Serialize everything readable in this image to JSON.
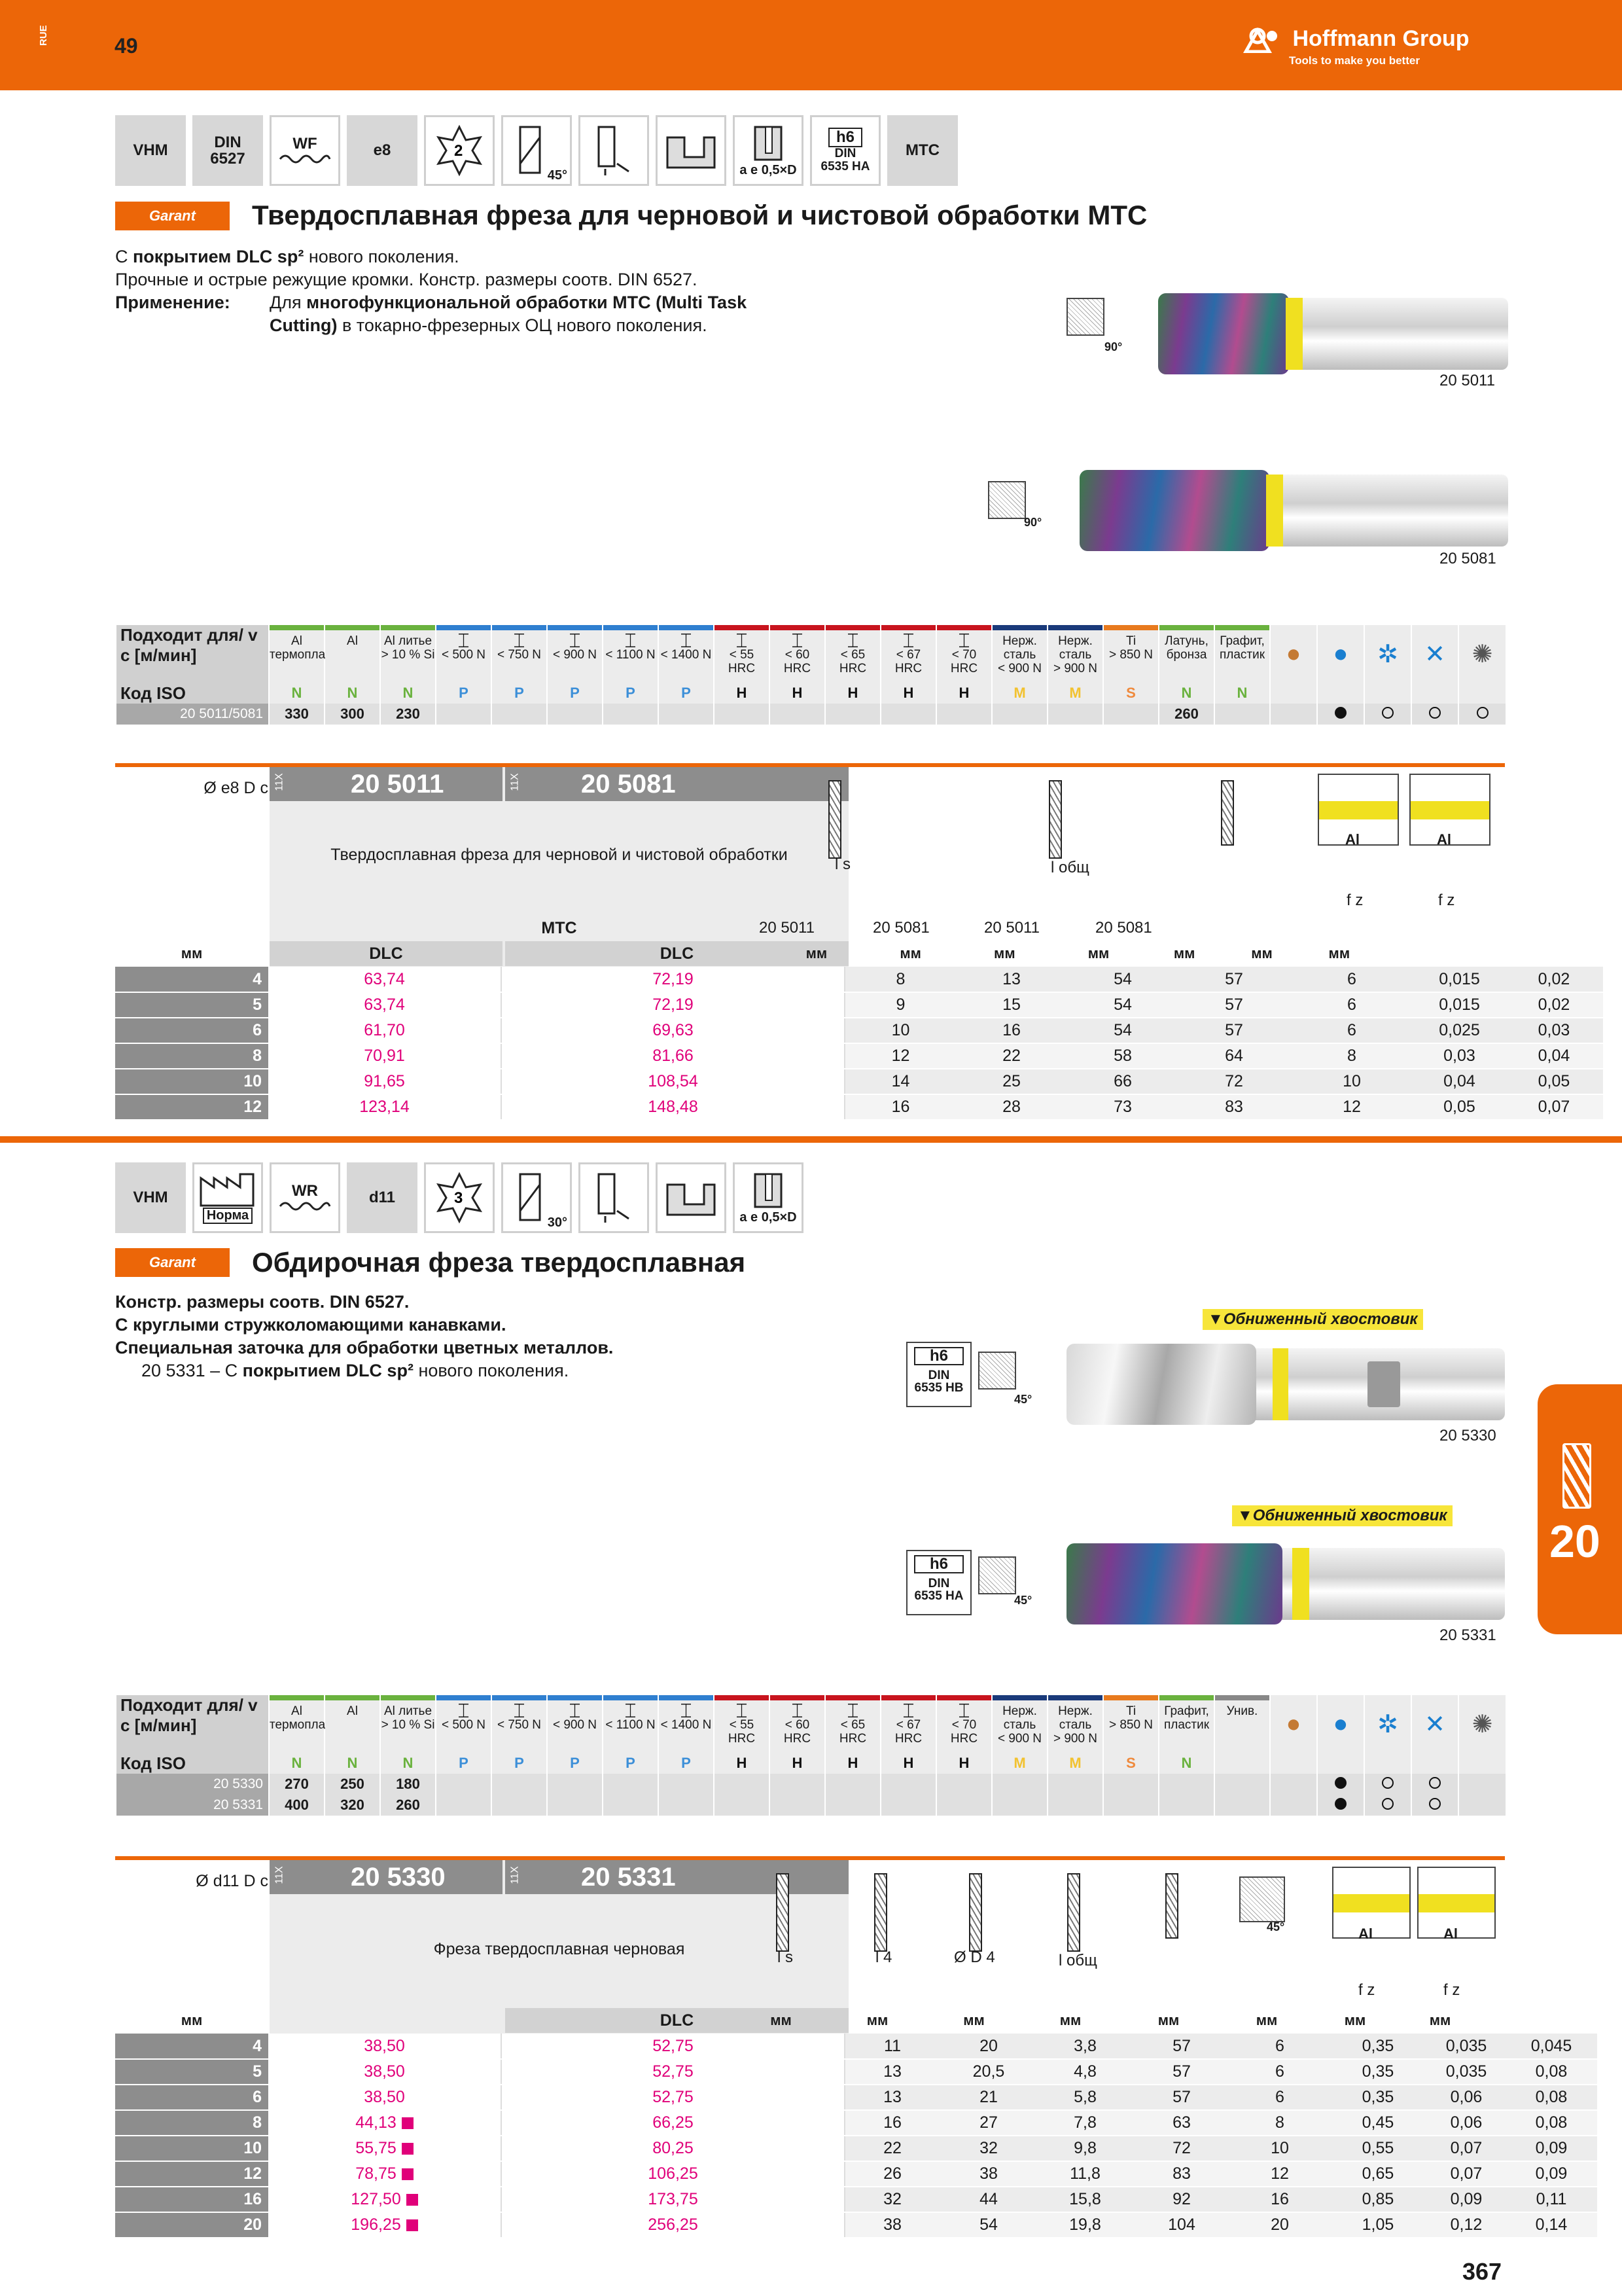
{
  "header": {
    "lang": "RUE",
    "section_page": "49",
    "brand": "Hoffmann Group",
    "tagline": "Tools to make you better",
    "page_number": "367",
    "side_tab": "20"
  },
  "s1": {
    "icons": {
      "vhm": "VHM",
      "din": "DIN\n6527",
      "wf": "WF",
      "tol": "e8",
      "z": "2",
      "angle": "45°",
      "ae": "a e 0,5×D",
      "h6": "h6",
      "h6din": "DIN\n6535 HA",
      "mtc": "MTC"
    },
    "garant": "Garant",
    "title": "Твердосплавная фреза для черновой и чистовой обработки MTC",
    "l1a": "С ",
    "l1b": "покрытием DLC sp²",
    "l1c": " нового поколения.",
    "l2": "Прочные и острые режущие кромки. Констр. размеры соотв. DIN 6527.",
    "app_label": "Применение:",
    "app_a": "Для ",
    "app_b": "многофункциональной обработки MTC (Multi Task Cutting)",
    "app_c": " в токарно-фрезерных ОЦ нового поколения.",
    "img1_code": "20 5011",
    "img2_code": "20 5081",
    "angle90": "90°",
    "mat_label": "Подходит для/ v c [м/мин]",
    "iso_label": "Код ISO",
    "row_label": "20 5011/5081",
    "materials": [
      {
        "t": "Al",
        "s": "термопласты",
        "iso": "N",
        "c": "N",
        "v": "330"
      },
      {
        "t": "Al",
        "s": "",
        "iso": "N",
        "c": "N",
        "v": "300"
      },
      {
        "t": "Al литье",
        "s": "> 10 % Si",
        "iso": "N",
        "c": "N",
        "v": "230"
      },
      {
        "t": "",
        "s": "< 500 N",
        "iso": "P",
        "c": "P",
        "v": ""
      },
      {
        "t": "",
        "s": "< 750 N",
        "iso": "P",
        "c": "P",
        "v": ""
      },
      {
        "t": "",
        "s": "< 900 N",
        "iso": "P",
        "c": "P",
        "v": ""
      },
      {
        "t": "",
        "s": "< 1100 N",
        "iso": "P",
        "c": "P",
        "v": ""
      },
      {
        "t": "",
        "s": "< 1400 N",
        "iso": "P",
        "c": "P",
        "v": ""
      },
      {
        "t": "",
        "s": "< 55 HRC",
        "iso": "H",
        "c": "H",
        "v": ""
      },
      {
        "t": "",
        "s": "< 60 HRC",
        "iso": "H",
        "c": "H",
        "v": ""
      },
      {
        "t": "",
        "s": "< 65 HRC",
        "iso": "H",
        "c": "H",
        "v": ""
      },
      {
        "t": "",
        "s": "< 67 HRC",
        "iso": "H",
        "c": "H",
        "v": ""
      },
      {
        "t": "",
        "s": "< 70 HRC",
        "iso": "H",
        "c": "H",
        "v": ""
      },
      {
        "t": "Нерж. сталь",
        "s": "< 900 N",
        "iso": "M",
        "c": "M",
        "v": ""
      },
      {
        "t": "Нерж. сталь",
        "s": "> 900 N",
        "iso": "M",
        "c": "M",
        "v": ""
      },
      {
        "t": "Ti",
        "s": "> 850 N",
        "iso": "S",
        "c": "S",
        "v": ""
      },
      {
        "t": "Латунь, бронза",
        "s": "",
        "iso": "N",
        "c": "N",
        "v": "260"
      },
      {
        "t": "Графит, пластик",
        "s": "",
        "iso": "N",
        "c": "N",
        "v": ""
      }
    ],
    "cool": [
      "filled",
      "empty",
      "empty",
      "empty"
    ],
    "tbl": {
      "dia_label": "Ø e8 D c",
      "a": "20 5011",
      "b": "20 5081",
      "qty": "11X",
      "desc": "Твердосплавная фреза для черновой и чистовой обработки",
      "mtc": "MTC",
      "ca": "DLC",
      "cb": "DLC",
      "mm": "мм",
      "ls": "l s",
      "lt": "l общ",
      "h1": "20 5011",
      "h2": "20 5081",
      "h3": "20 5011",
      "h4": "20 5081",
      "al": "Al",
      "fz": "f z",
      "rows": [
        [
          "4",
          "63,74",
          "72,19",
          "8",
          "13",
          "54",
          "57",
          "6",
          "0,015",
          "0,02"
        ],
        [
          "5",
          "63,74",
          "72,19",
          "9",
          "15",
          "54",
          "57",
          "6",
          "0,015",
          "0,02"
        ],
        [
          "6",
          "61,70",
          "69,63",
          "10",
          "16",
          "54",
          "57",
          "6",
          "0,025",
          "0,03"
        ],
        [
          "8",
          "70,91",
          "81,66",
          "12",
          "22",
          "58",
          "64",
          "8",
          "0,03",
          "0,04"
        ],
        [
          "10",
          "91,65",
          "108,54",
          "14",
          "25",
          "66",
          "72",
          "10",
          "0,04",
          "0,05"
        ],
        [
          "12",
          "123,14",
          "148,48",
          "16",
          "28",
          "73",
          "83",
          "12",
          "0,05",
          "0,07"
        ]
      ]
    }
  },
  "s2": {
    "icons": {
      "vhm": "VHM",
      "norma": "Норма",
      "wr": "WR",
      "tol": "d11",
      "z": "3",
      "angle": "30°",
      "ae": "a e 0,5×D"
    },
    "garant": "Garant",
    "title": "Обдирочная фреза твердосплавная",
    "l1": "Констр. размеры соотв. DIN 6527.",
    "l2": "С круглыми стружколомающими канавками.",
    "l3": "Специальная заточка для обработки цветных металлов.",
    "l4a": "20 5331 – С ",
    "l4b": "покрытием DLC sp²",
    "l4c": " нового поколения.",
    "tag": "Обниженный хвостовик",
    "img1_code": "20 5330",
    "img2_code": "20 5331",
    "h6": "h6",
    "h6din1": "DIN\n6535 HB",
    "h6din2": "DIN\n6535 HA",
    "angle45": "45°",
    "mat_label": "Подходит для/ v c [м/мин]",
    "iso_label": "Код ISO",
    "row1": "20 5330",
    "row2": "20 5331",
    "materials": [
      {
        "t": "Al",
        "s": "термопласты",
        "c": "N",
        "v1": "270",
        "v2": "400"
      },
      {
        "t": "Al",
        "s": "",
        "c": "N",
        "v1": "250",
        "v2": "320"
      },
      {
        "t": "Al литье",
        "s": "> 10 % Si",
        "c": "N",
        "v1": "180",
        "v2": "260"
      },
      {
        "t": "",
        "s": "< 500 N",
        "c": "P",
        "v1": "",
        "v2": ""
      },
      {
        "t": "",
        "s": "< 750 N",
        "c": "P",
        "v1": "",
        "v2": ""
      },
      {
        "t": "",
        "s": "< 900 N",
        "c": "P",
        "v1": "",
        "v2": ""
      },
      {
        "t": "",
        "s": "< 1100 N",
        "c": "P",
        "v1": "",
        "v2": ""
      },
      {
        "t": "",
        "s": "< 1400 N",
        "c": "P",
        "v1": "",
        "v2": ""
      },
      {
        "t": "",
        "s": "< 55 HRC",
        "c": "H",
        "v1": "",
        "v2": ""
      },
      {
        "t": "",
        "s": "< 60 HRC",
        "c": "H",
        "v1": "",
        "v2": ""
      },
      {
        "t": "",
        "s": "< 65 HRC",
        "c": "H",
        "v1": "",
        "v2": ""
      },
      {
        "t": "",
        "s": "< 67 HRC",
        "c": "H",
        "v1": "",
        "v2": ""
      },
      {
        "t": "",
        "s": "< 70 HRC",
        "c": "H",
        "v1": "",
        "v2": ""
      },
      {
        "t": "Нерж. сталь",
        "s": "< 900 N",
        "c": "M",
        "v1": "",
        "v2": ""
      },
      {
        "t": "Нерж. сталь",
        "s": "> 900 N",
        "c": "M",
        "v1": "",
        "v2": ""
      },
      {
        "t": "Ti",
        "s": "> 850 N",
        "c": "S",
        "v1": "",
        "v2": ""
      },
      {
        "t": "Графит, пластик",
        "s": "",
        "c": "N",
        "v1": "",
        "v2": ""
      },
      {
        "t": "Унив.",
        "s": "",
        "c": "",
        "v1": "",
        "v2": ""
      }
    ],
    "cool1": [
      "filled",
      "empty",
      "empty"
    ],
    "cool2": [
      "filled",
      "empty",
      "empty"
    ],
    "tbl": {
      "dia_label": "Ø d11 D c",
      "a": "20 5330",
      "b": "20 5331",
      "qty": "11X",
      "desc": "Фреза твердосплавная черновая",
      "cb": "DLC",
      "mm": "мм",
      "ls": "l s",
      "l4": "l 4",
      "d4": "Ø D 4",
      "lt": "l общ",
      "al": "Al",
      "fz": "f z",
      "a45": "45°",
      "rows": [
        [
          "4",
          "38,50",
          "",
          "52,75",
          "11",
          "20",
          "3,8",
          "57",
          "6",
          "0,35",
          "0,035",
          "0,045"
        ],
        [
          "5",
          "38,50",
          "",
          "52,75",
          "13",
          "20,5",
          "4,8",
          "57",
          "6",
          "0,35",
          "0,035",
          "0,08"
        ],
        [
          "6",
          "38,50",
          "",
          "52,75",
          "13",
          "21",
          "5,8",
          "57",
          "6",
          "0,35",
          "0,06",
          "0,08"
        ],
        [
          "8",
          "44,13",
          "new",
          "66,25",
          "16",
          "27",
          "7,8",
          "63",
          "8",
          "0,45",
          "0,06",
          "0,08"
        ],
        [
          "10",
          "55,75",
          "new",
          "80,25",
          "22",
          "32",
          "9,8",
          "72",
          "10",
          "0,55",
          "0,07",
          "0,09"
        ],
        [
          "12",
          "78,75",
          "new",
          "106,25",
          "26",
          "38",
          "11,8",
          "83",
          "12",
          "0,65",
          "0,07",
          "0,09"
        ],
        [
          "16",
          "127,50",
          "new",
          "173,75",
          "32",
          "44",
          "15,8",
          "92",
          "16",
          "0,85",
          "0,09",
          "0,11"
        ],
        [
          "20",
          "196,25",
          "new",
          "256,25",
          "38",
          "54",
          "19,8",
          "104",
          "20",
          "1,05",
          "0,12",
          "0,14"
        ]
      ]
    }
  }
}
